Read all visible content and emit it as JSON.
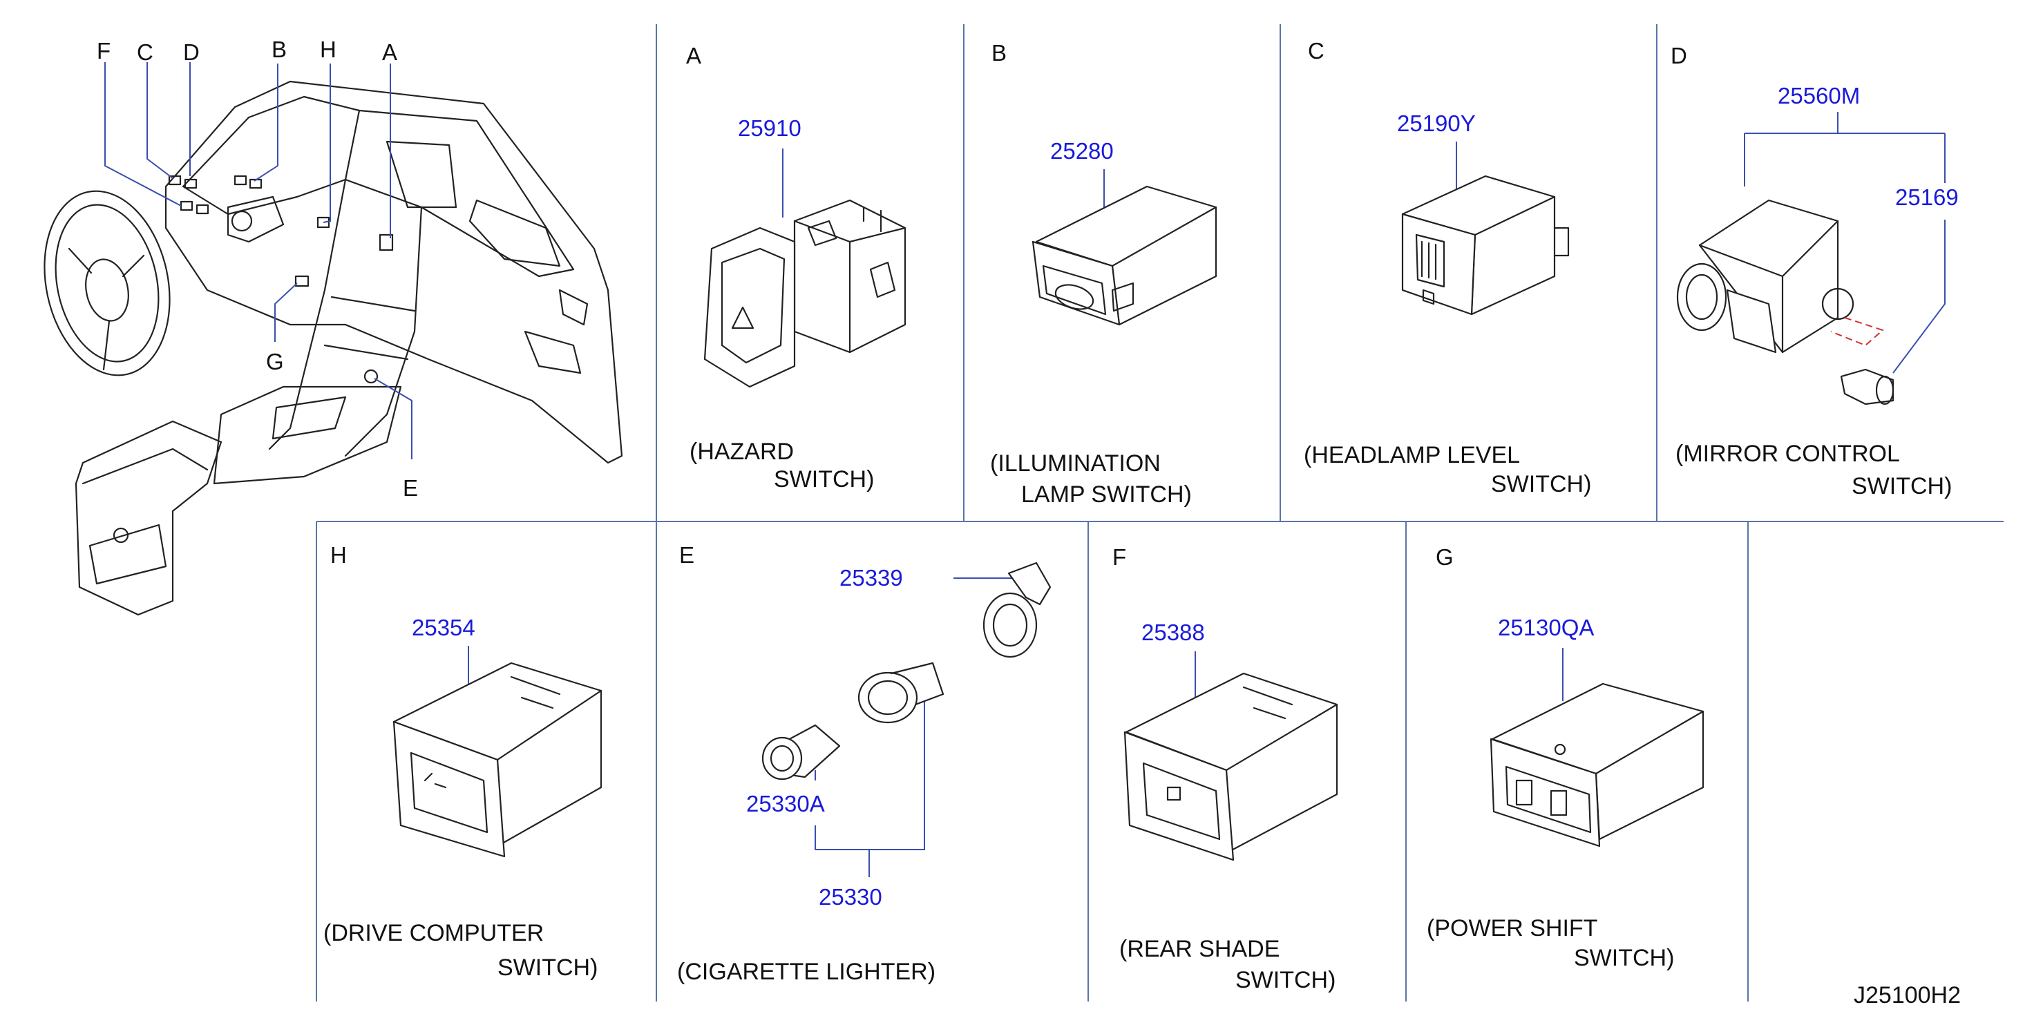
{
  "overview_callouts": [
    "F",
    "C",
    "D",
    "B",
    "H",
    "A",
    "G",
    "E"
  ],
  "panels": {
    "A": {
      "letter": "A",
      "part": "25910",
      "caption": [
        "(HAZARD",
        "SWITCH)"
      ]
    },
    "B": {
      "letter": "B",
      "part": "25280",
      "caption": [
        "(ILLUMINATION",
        "LAMP   SWITCH)"
      ]
    },
    "C": {
      "letter": "C",
      "part": "25190Y",
      "caption": [
        "(HEADLAMP   LEVEL",
        "SWITCH)"
      ]
    },
    "D": {
      "letter": "D",
      "parts": [
        "25560M",
        "25169"
      ],
      "caption": [
        "(MIRROR      CONTROL",
        "SWITCH)"
      ]
    },
    "H": {
      "letter": "H",
      "part": "25354",
      "caption": [
        "(DRIVE   COMPUTER",
        "SWITCH)"
      ]
    },
    "E": {
      "letter": "E",
      "parts": [
        "25339",
        "25330A",
        "25330"
      ],
      "caption": [
        "(CIGARETTE          LIGHTER)"
      ]
    },
    "F": {
      "letter": "F",
      "part": "25388",
      "caption": [
        "(REAR   SHADE",
        "SWITCH)"
      ]
    },
    "G": {
      "letter": "G",
      "part": "25130QA",
      "caption": [
        "(POWER   SHIFT",
        "SWITCH)"
      ]
    }
  },
  "drawing_id": "J25100H2",
  "colors": {
    "part_number": "#1a1adb",
    "grid": "#5a74a8",
    "ink": "#222222",
    "dashed_guide": "#d23030"
  }
}
